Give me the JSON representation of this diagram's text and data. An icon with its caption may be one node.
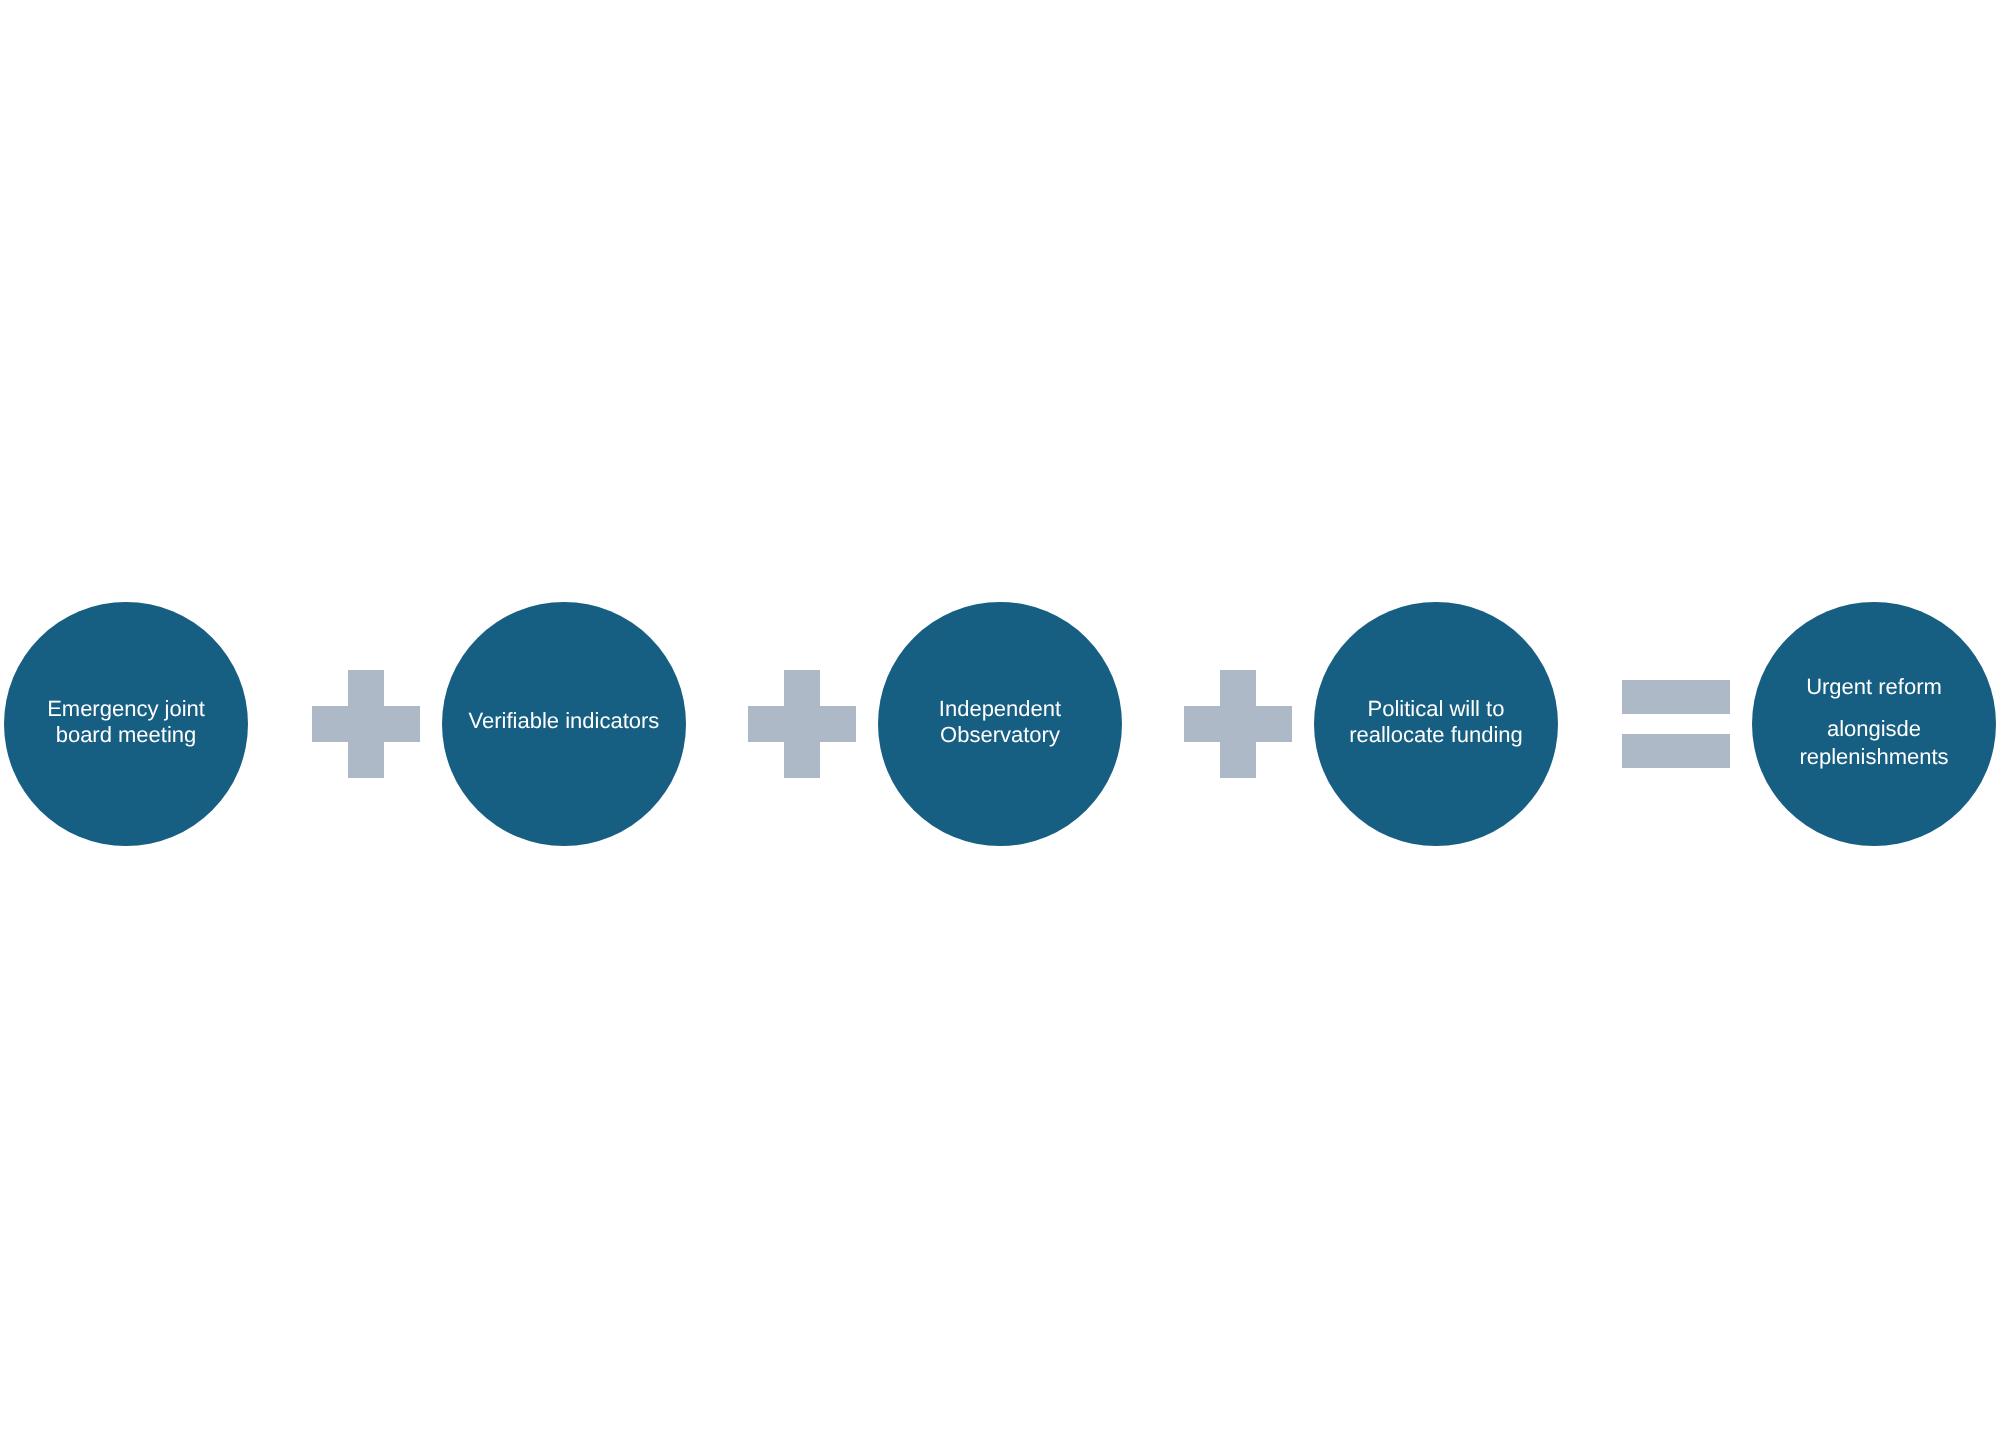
{
  "diagram": {
    "nodes": [
      {
        "text": [
          "Emergency joint board meeting"
        ]
      },
      {
        "text": [
          "Verifiable indicators"
        ]
      },
      {
        "text": [
          "Independent Observatory"
        ]
      },
      {
        "text": [
          "Political will to reallocate funding"
        ]
      },
      {
        "text": [
          "Urgent reform",
          "alongisde replenishments"
        ]
      }
    ]
  }
}
